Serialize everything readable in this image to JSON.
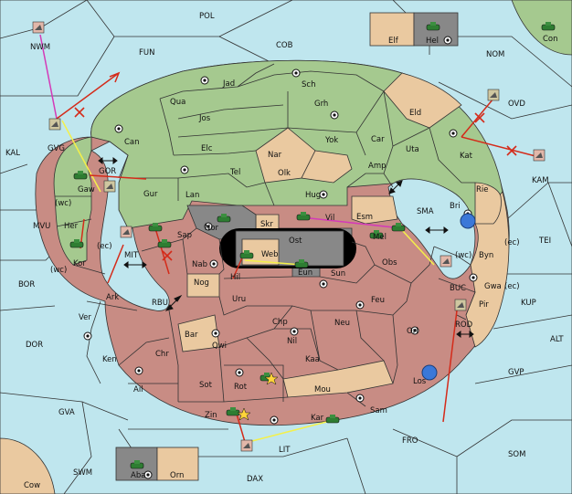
{
  "regions": {
    "sea": [
      "POL",
      "COB",
      "FUN",
      "NOM",
      "OVD",
      "KAL",
      "GVG",
      "NWM",
      "Con",
      "KAM",
      "SMA",
      "TEI",
      "MVU",
      "BOR",
      "DOR",
      "GVA",
      "SWM",
      "DAX",
      "LIT",
      "FRO",
      "SOM",
      "GVP",
      "ALT",
      "KUP",
      "BUC",
      "ROD",
      "MIT",
      "RBU",
      "GOR",
      "Cow"
    ],
    "land": [
      "Jad",
      "Sch",
      "Qua",
      "Jos",
      "Grh",
      "Eld",
      "Can",
      "Elc",
      "Yok",
      "Car",
      "Uta",
      "Nar",
      "Olk",
      "Amp",
      "Kat",
      "Tel",
      "Gur",
      "Lan",
      "Hug",
      "Rie",
      "Gaw",
      "Bri",
      "Her",
      "Vil",
      "Esm",
      "Nor",
      "Skr",
      "Ost",
      "Sap",
      "Mel",
      "Web",
      "Byn",
      "Kor",
      "Nab",
      "Hil",
      "Eun",
      "Sun",
      "Obs",
      "Nog",
      "Gwa",
      "Ark",
      "Uru",
      "Feu",
      "Pir",
      "Ver",
      "Chp",
      "Neu",
      "Orl",
      "Bar",
      "Qwi",
      "Nil",
      "Ken",
      "Chr",
      "Kaa",
      "Rot",
      "Ail",
      "Sot",
      "Mou",
      "Los",
      "Zin",
      "Sam",
      "Kar",
      "Elf",
      "Hel",
      "Aba",
      "Orn"
    ]
  },
  "coast_tags": {
    "wc": "(wc)",
    "ec": "(ec)"
  },
  "colors": {
    "sea": "#bfe6ee",
    "green": "#a5c98f",
    "tan": "#eac9a0",
    "red": "#c88c84",
    "grey": "#888888",
    "move_red": "#d42b1a",
    "move_yellow": "#f4f04a",
    "move_magenta": "#d43ab8"
  },
  "units": [
    "army-icon",
    "fleet-icon",
    "dislodged-marker-icon",
    "failed-order-cross-icon"
  ]
}
